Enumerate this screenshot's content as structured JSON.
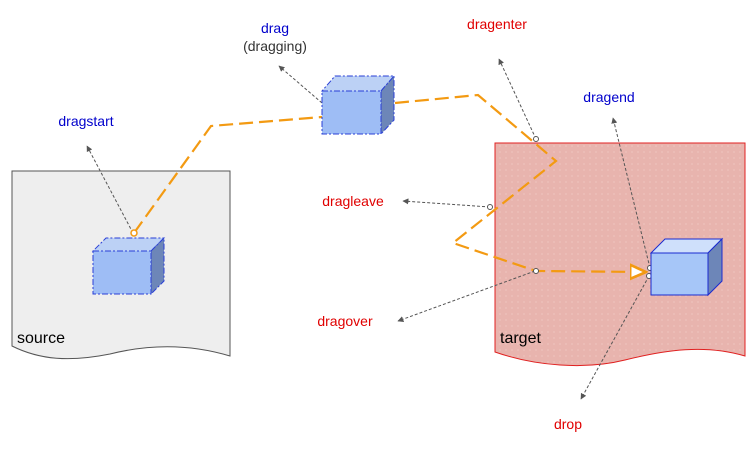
{
  "colors": {
    "dom_event": "#0000cc",
    "target_event": "#e00000",
    "path": "#f39a12",
    "source_fill": "#eeeeee",
    "target_fill": "#e8b4ae",
    "target_stroke": "#e02020"
  },
  "boxes": {
    "source_label": "source",
    "target_label": "target"
  },
  "events": {
    "dragstart": "dragstart",
    "drag": "drag",
    "drag_note": "(dragging)",
    "dragenter": "dragenter",
    "dragend": "dragend",
    "dragleave": "dragleave",
    "dragover": "dragover",
    "drop": "drop"
  }
}
